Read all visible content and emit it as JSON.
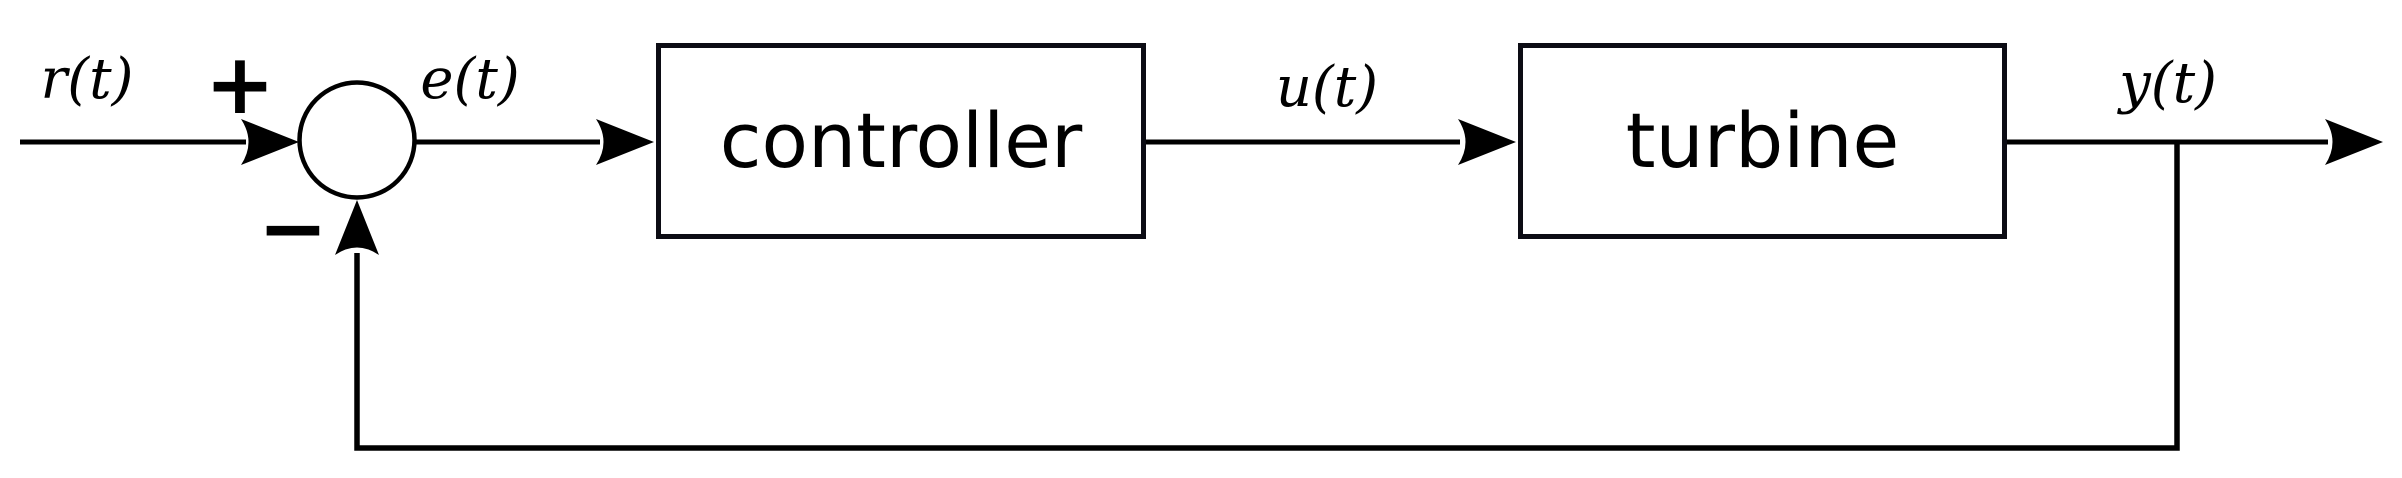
{
  "signals": {
    "reference": "r(t)",
    "error": "e(t)",
    "control": "u(t)",
    "output": "y(t)"
  },
  "summing_junction": {
    "plus_sign": "+",
    "minus_sign": "−"
  },
  "blocks": [
    {
      "label": "controller"
    },
    {
      "label": "turbine"
    }
  ],
  "colors": {
    "stroke": "#000000",
    "box_border": "#0c0c14",
    "background": "#ffffff"
  }
}
